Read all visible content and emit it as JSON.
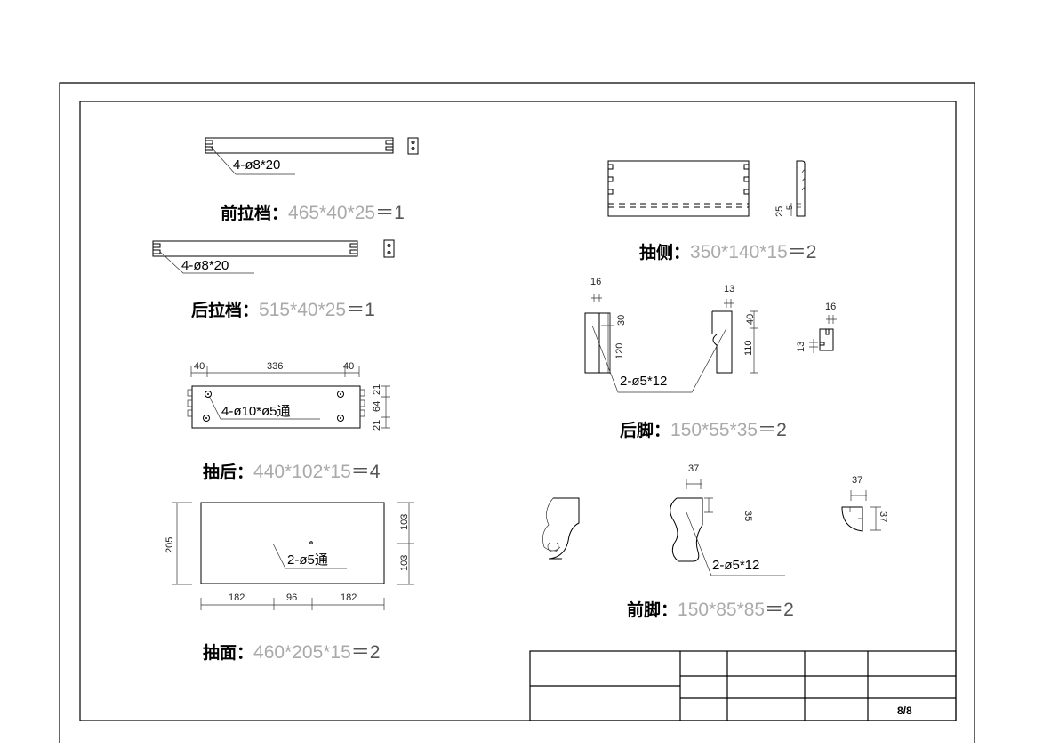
{
  "parts": {
    "front_rail": {
      "name": "前拉档：",
      "size": "465*40*25",
      "qty": "＝1",
      "note": "4-ø8*20"
    },
    "back_rail": {
      "name": "后拉档：",
      "size": "515*40*25",
      "qty": "＝1",
      "note": "4-ø8*20"
    },
    "drawer_back": {
      "name": "抽后：",
      "size": "440*102*15",
      "qty": "＝4",
      "note": "4-ø10*ø5通",
      "dims": {
        "left": "40",
        "middle": "336",
        "right": "40",
        "r_top": "21",
        "r_mid": "64",
        "r_bot": "21"
      }
    },
    "drawer_front": {
      "name": "抽面：",
      "size": "460*205*15",
      "qty": "＝2",
      "note": "2-ø5通",
      "dims": {
        "height": "205",
        "r_top": "103",
        "r_bot": "103",
        "b_left": "182",
        "b_mid": "96",
        "b_right": "182"
      }
    },
    "drawer_side": {
      "name": "抽侧：",
      "size": "350*140*15",
      "qty": "＝2",
      "dims": {
        "a": "25",
        "b": "5"
      }
    },
    "back_leg": {
      "name": "后脚：",
      "size": "150*55*35",
      "qty": "＝2",
      "note": "2-ø5*12",
      "dims": {
        "w1": "16",
        "h1": "30",
        "h2": "120",
        "w2": "13",
        "h3": "40",
        "h4": "110",
        "w3": "16",
        "h5": "13"
      }
    },
    "front_leg": {
      "name": "前脚：",
      "size": "150*85*85",
      "qty": "＝2",
      "note": "2-ø5*12",
      "dims": {
        "w1": "37",
        "h1": "35",
        "w2": "37",
        "h2": "37"
      }
    }
  },
  "title_block": {
    "page": "8/8"
  }
}
